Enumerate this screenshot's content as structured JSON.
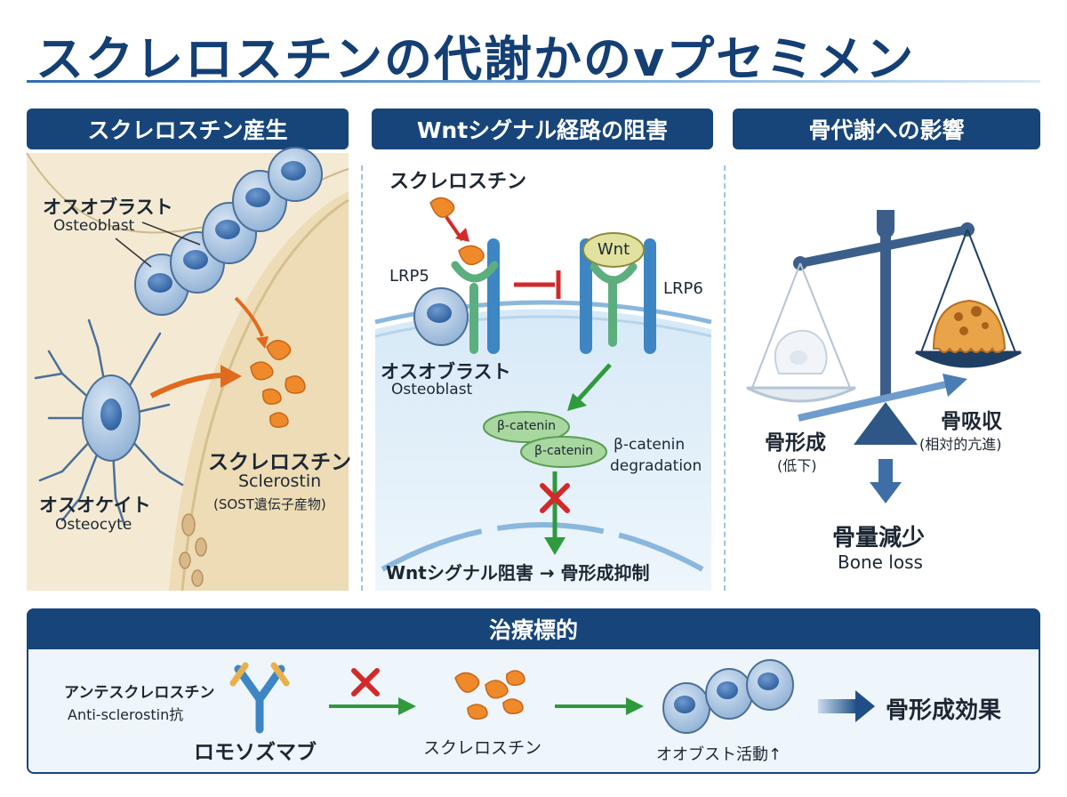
{
  "title": "スクレロスチンの代謝かのvプセミメン",
  "panels": {
    "production": {
      "header": "スクレロスチン産生",
      "osteoblast_jp": "オスオブラスト",
      "osteoblast_en": "Osteoblast",
      "osteocyte_jp": "オスオケイト",
      "osteocyte_en": "Osteocyte",
      "sclerostin_jp": "スクレロスチン",
      "sclerostin_en": "Sclerostin",
      "sclerostin_note": "(SOST遺伝子産物)"
    },
    "wnt": {
      "header": "Wntシグナル経路の阻害",
      "sclerostin_label": "スクレロスチン",
      "lrp5": "LRP5",
      "lrp6": "LRP6",
      "wnt": "Wnt",
      "osteoblast_jp": "オスオブラスト",
      "osteoblast_en": "Osteoblast",
      "beta_catenin_1": "β-catenin",
      "beta_catenin_2": "β-catenin",
      "degradation_line1": "β-catenin",
      "degradation_line2": "degradation",
      "result": "Wntシグナル阻害 → 骨形成抑制"
    },
    "metabolism": {
      "header": "骨代謝への影響",
      "formation": "骨形成",
      "formation_note": "(低下)",
      "resorption": "骨吸収",
      "resorption_note": "(相対的亢進)",
      "bone_loss_jp": "骨量減少",
      "bone_loss_en": "Bone loss"
    }
  },
  "therapy": {
    "header": "治療標的",
    "antibody_jp": "アンテスクレロスチン",
    "antibody_en": "Anti-sclerostin抗",
    "drug_name": "ロモソズマブ",
    "sclerostin_label": "スクレロスチン",
    "osteoblast_activity": "オオブスト活動↑",
    "effect": "骨形成効果"
  },
  "colors": {
    "header_bg": "#17457a",
    "title": "#143f75",
    "sclerostin": "#ef8a2a",
    "receptor_green": "#5cae7f",
    "receptor_blue": "#3d86c3",
    "inhibit_red": "#d22a2a",
    "arrow_green": "#2e9a3c",
    "cell_blue": "#8fb4da"
  }
}
